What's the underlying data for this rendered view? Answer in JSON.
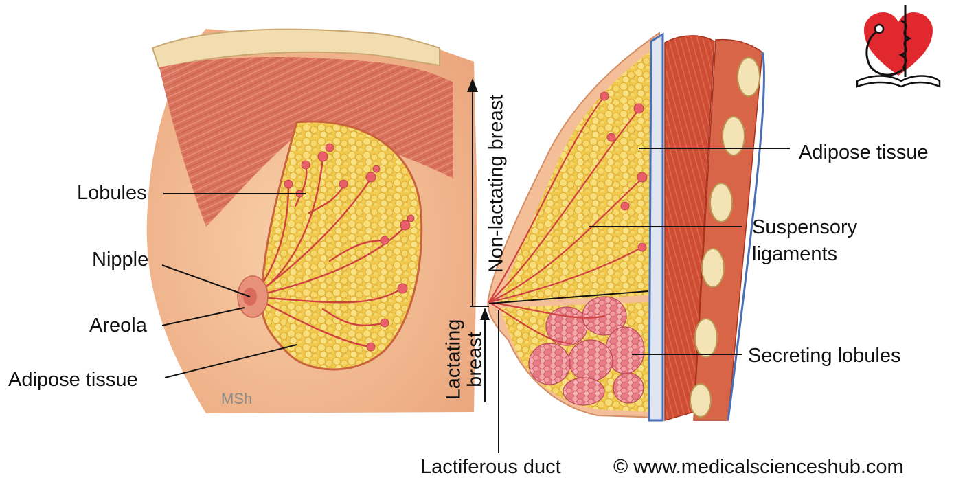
{
  "labels": {
    "lobules": "Lobules",
    "nipple": "Nipple",
    "areola": "Areola",
    "adipose_left": "Adipose tissue",
    "adipose_right": "Adipose tissue",
    "suspensory_line1": "Suspensory",
    "suspensory_line2": "ligaments",
    "secreting_lobules": "Secreting lobules",
    "lactiferous_duct": "Lactiferous duct",
    "non_lactating": "Non-lactating breast",
    "lactating_line1": "Lactating",
    "lactating_line2": "breast"
  },
  "signature": "MSh",
  "copyright": "© www.medicalscienceshub.com",
  "colors": {
    "muscle": "#d9735f",
    "skin": "#f4c09a",
    "fat": "#f3d35a",
    "duct": "#d24a4a",
    "secreting": "#ec8f93",
    "bone": "#f3e2b0",
    "fascia": "#4a6fb5",
    "logo_heart": "#e0282e"
  }
}
